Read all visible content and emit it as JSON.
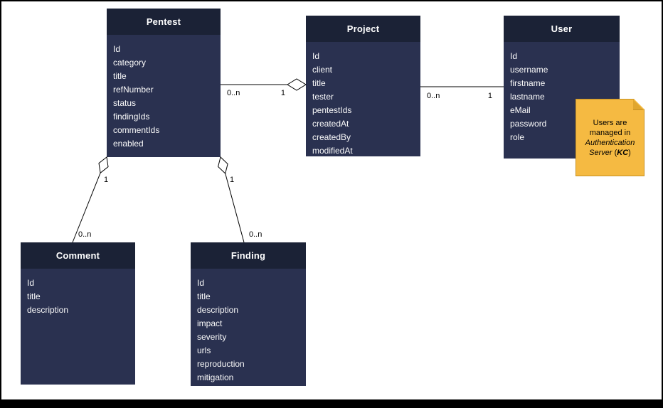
{
  "diagram": {
    "entities": [
      {
        "name": "Pentest",
        "fields": [
          "Id",
          "category",
          "title",
          "refNumber",
          "status",
          "findingIds",
          "commentIds",
          "enabled"
        ]
      },
      {
        "name": "Project",
        "fields": [
          "Id",
          "client",
          "title",
          "tester",
          "pentestIds",
          "createdAt",
          "createdBy",
          "modifiedAt"
        ]
      },
      {
        "name": "User",
        "fields": [
          "Id",
          "username",
          "firstname",
          "lastname",
          "eMail",
          "password",
          "role"
        ]
      },
      {
        "name": "Comment",
        "fields": [
          "Id",
          "title",
          "description"
        ]
      },
      {
        "name": "Finding",
        "fields": [
          "Id",
          "title",
          "description",
          "impact",
          "severity",
          "urls",
          "reproduction",
          "mitigation"
        ]
      }
    ],
    "relationships": [
      {
        "from": "Pentest",
        "to": "Project",
        "label_near_from": "0..n",
        "label_near_to": "1",
        "diamond": "to"
      },
      {
        "from": "Project",
        "to": "User",
        "label_near_from": "0..n",
        "label_near_to": "1",
        "diamond": "none"
      },
      {
        "from": "Pentest",
        "to": "Comment",
        "label_near_from": "1",
        "label_near_to": "0..n",
        "diamond": "from"
      },
      {
        "from": "Pentest",
        "to": "Finding",
        "label_near_from": "1",
        "label_near_to": "0..n",
        "diamond": "from"
      }
    ],
    "note": {
      "normal": "Users are managed in",
      "italic": "Authentication Server",
      "open_paren": "(",
      "bold_italic": "KC",
      "close_paren": ")"
    },
    "colors": {
      "entity_header": "#1B2236",
      "entity_body": "#2A3150",
      "entity_text": "#FAFAFA",
      "note_fill": "#F5BA42",
      "note_border": "#C79121",
      "line": "#000000",
      "canvas": "#FFFFFF",
      "frame": "#000000"
    }
  }
}
